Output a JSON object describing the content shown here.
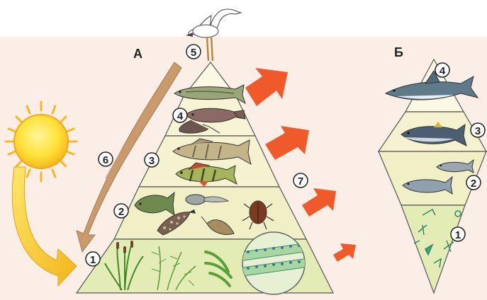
{
  "labels": {
    "pyramid_a": "А",
    "pyramid_b": "Б"
  },
  "pyramid_a_markers": {
    "level1": "1",
    "level2": "2",
    "level3": "3",
    "level4": "4",
    "level5": "5",
    "decomposition": "6",
    "energy_loss": "7"
  },
  "pyramid_b_markers": {
    "level1": "1",
    "level2": "2",
    "level3": "3",
    "level4": "4"
  },
  "colors": {
    "background": "#fbeee6",
    "level_fill": "#f5f3d2",
    "level_fill_bottom": "#e4ecb6",
    "loss_arrow": "#f05a2a",
    "sun": "#ffe23a",
    "sun_arrow": "#f7c91e",
    "return_arrow": "#c99a6c",
    "header_line": "#5cba47"
  }
}
